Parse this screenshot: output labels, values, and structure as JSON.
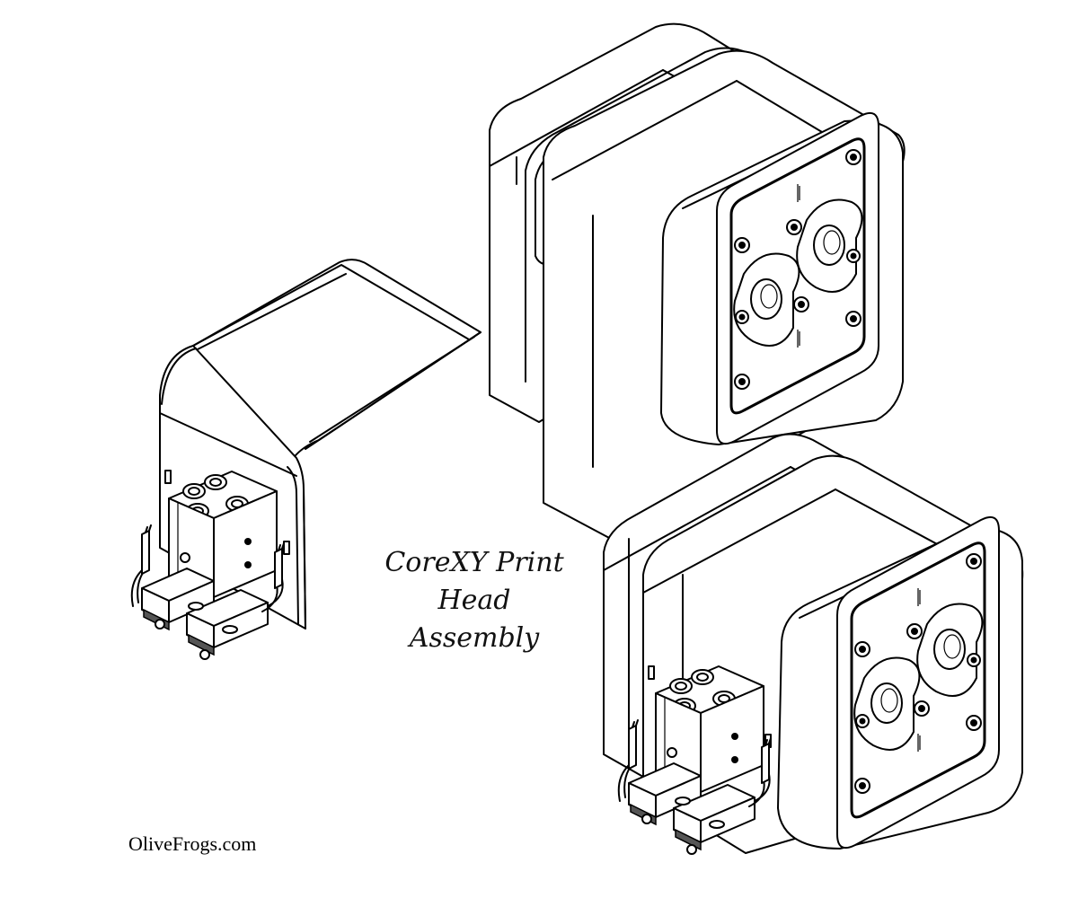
{
  "caption": {
    "line1": "CoreXY Print",
    "line2": "Head",
    "line3": "Assembly"
  },
  "brand": "OliveFrogs.com",
  "colors": {
    "ink": "#000000",
    "paper": "#ffffff"
  },
  "parts": [
    "motor-assembly",
    "bracket-with-hotends",
    "combined-assembly"
  ]
}
